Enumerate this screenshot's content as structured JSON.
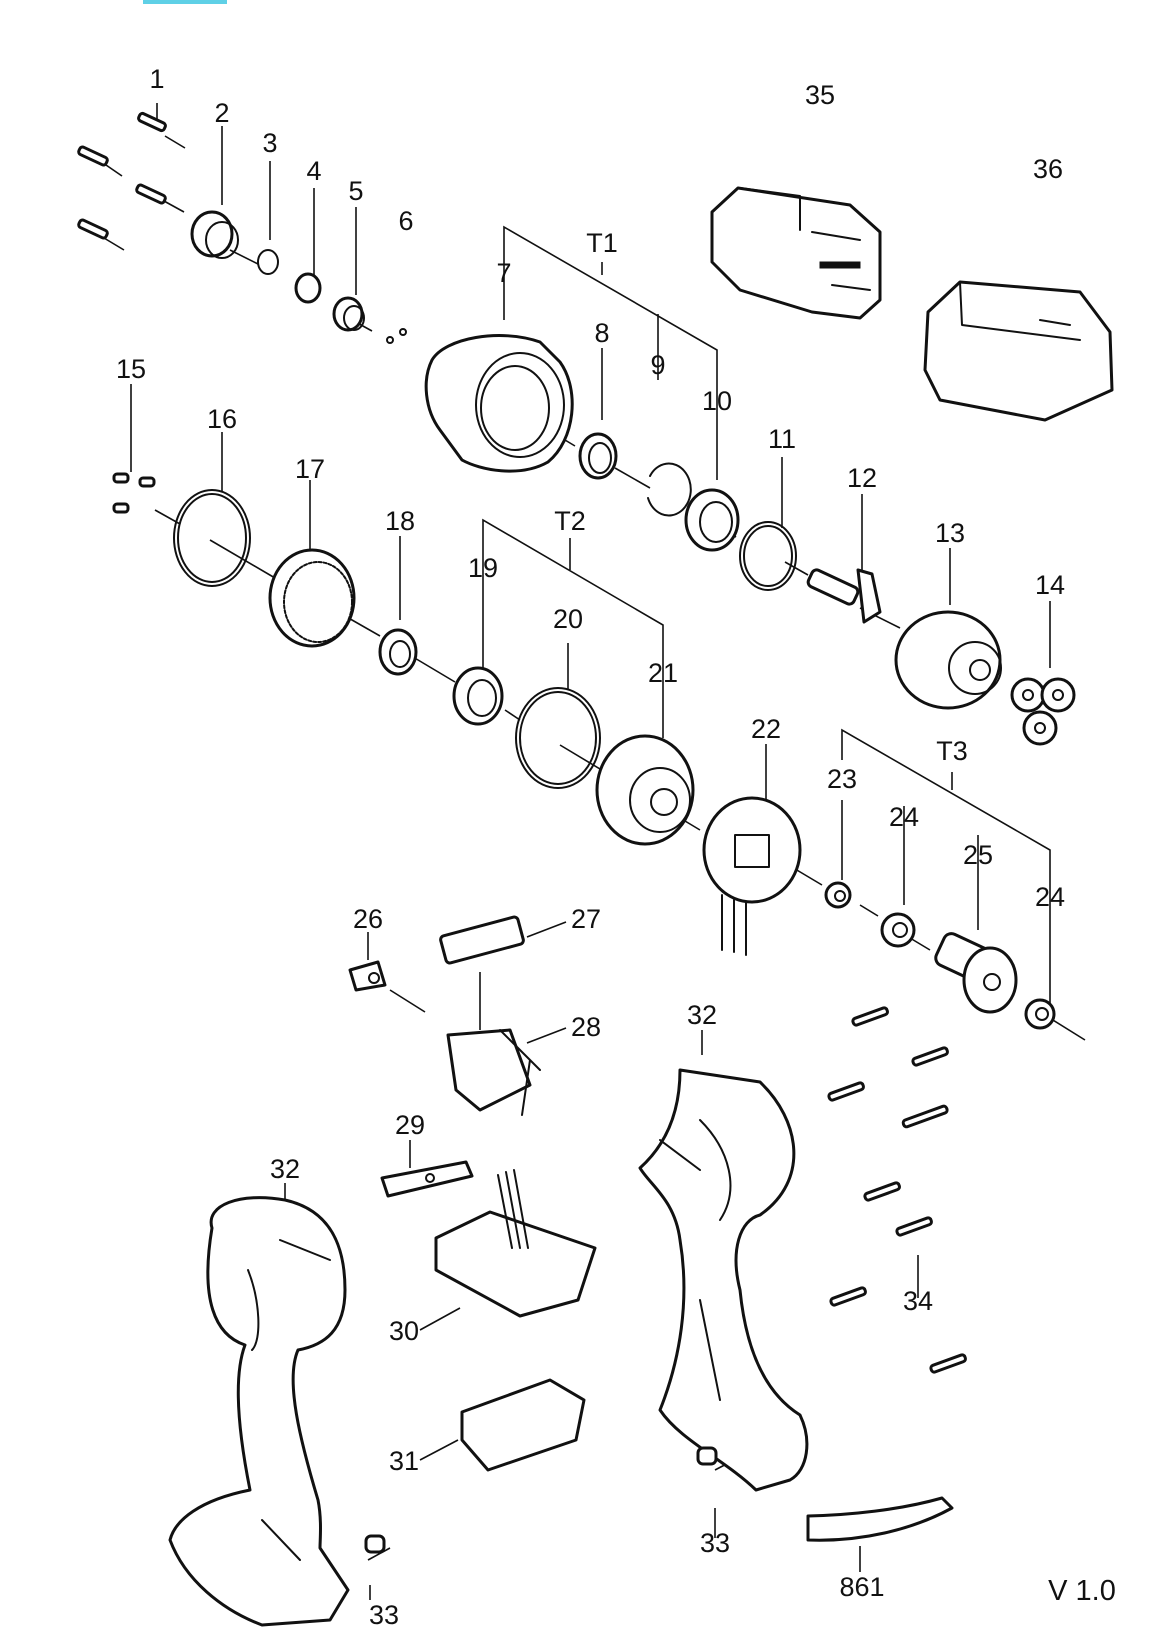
{
  "labels": {
    "p1": "1",
    "p2": "2",
    "p3": "3",
    "p4": "4",
    "p5": "5",
    "p6": "6",
    "p7": "7",
    "p8": "8",
    "p9": "9",
    "p10": "10",
    "p11": "11",
    "p12": "12",
    "p13": "13",
    "p14": "14",
    "p15": "15",
    "p16": "16",
    "p17": "17",
    "p18": "18",
    "p19": "19",
    "p20": "20",
    "p21": "21",
    "p22": "22",
    "p23": "23",
    "p24a": "24",
    "p24b": "24",
    "p25": "25",
    "p26": "26",
    "p27": "27",
    "p28": "28",
    "p29": "29",
    "p30": "30",
    "p31": "31",
    "p32a": "32",
    "p32b": "32",
    "p33a": "33",
    "p33b": "33",
    "p34": "34",
    "p35": "35",
    "p36": "36",
    "p861": "861",
    "t1": "T1",
    "t2": "T2",
    "t3": "T3"
  },
  "version": "V 1.0",
  "colors": {
    "ink": "#111111",
    "background": "#ffffff",
    "top_tab": "#5fd0e6"
  }
}
